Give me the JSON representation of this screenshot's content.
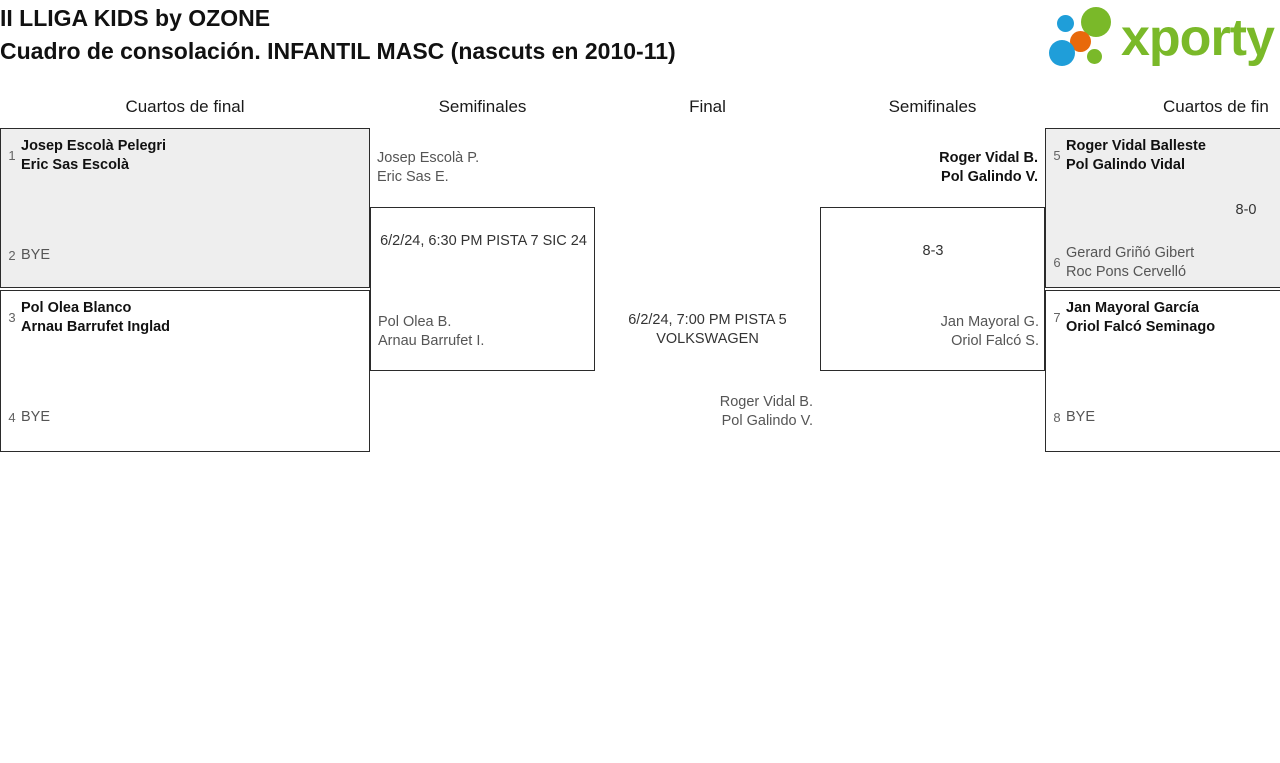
{
  "header": {
    "title_line1": "II LLIGA KIDS by OZONE",
    "title_line2": "Cuadro de consolación. INFANTIL MASC (nascuts en 2010-11)",
    "logo_word": "xporty",
    "logo_colors": {
      "green": "#7ab929",
      "blue": "#1f9ed9",
      "orange": "#e8690b"
    }
  },
  "round_headers": [
    "Cuartos de final",
    "Semifinales",
    "Final",
    "Semifinales",
    "Cuartos de fin"
  ],
  "bracket": {
    "left_quarterfinals": [
      {
        "top_seed": "1",
        "top_names": [
          "Josep Escolà Pelegri",
          "Eric Sas Escolà"
        ],
        "top_winner": true,
        "bottom_seed": "2",
        "bottom_names": [
          "BYE"
        ],
        "bottom_winner": false,
        "score": "",
        "shaded": true
      },
      {
        "top_seed": "3",
        "top_names": [
          "Pol Olea Blanco",
          "Arnau Barrufet Inglad"
        ],
        "top_winner": true,
        "bottom_seed": "4",
        "bottom_names": [
          "BYE"
        ],
        "bottom_winner": false,
        "score": "",
        "shaded": false
      }
    ],
    "left_semifinal": {
      "top_names": [
        "Josep Escolà P.",
        "Eric Sas E."
      ],
      "top_winner": false,
      "bottom_names": [
        "Pol Olea B.",
        "Arnau Barrufet I."
      ],
      "bottom_winner": false,
      "meta": "6/2/24, 6:30 PM PISTA 7 SIC 24"
    },
    "final": {
      "meta": "6/2/24, 7:00 PM PISTA 5 VOLKSWAGEN",
      "bottom_names": [
        "Roger Vidal B.",
        "Pol Galindo V."
      ],
      "bottom_winner": false
    },
    "right_semifinal": {
      "top_names": [
        "Roger Vidal B.",
        "Pol Galindo V."
      ],
      "top_winner": true,
      "bottom_names": [
        "Jan Mayoral G.",
        "Oriol Falcó S."
      ],
      "bottom_winner": false,
      "score": "8-3"
    },
    "right_quarterfinals": [
      {
        "top_seed": "5",
        "top_names": [
          "Roger Vidal Balleste",
          "Pol Galindo Vidal"
        ],
        "top_winner": true,
        "bottom_seed": "6",
        "bottom_names": [
          "Gerard Griñó Gibert",
          "Roc Pons Cervelló"
        ],
        "bottom_winner": false,
        "score": "8-0",
        "shaded": true
      },
      {
        "top_seed": "7",
        "top_names": [
          "Jan Mayoral García",
          "Oriol Falcó Seminago"
        ],
        "top_winner": true,
        "bottom_seed": "8",
        "bottom_names": [
          "BYE"
        ],
        "bottom_winner": false,
        "score": "",
        "shaded": false
      }
    ]
  }
}
